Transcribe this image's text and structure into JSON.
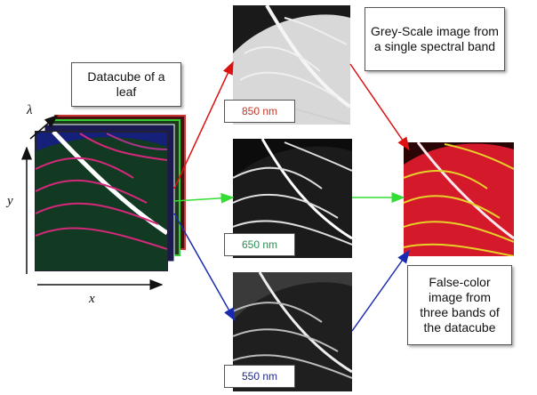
{
  "boxes": {
    "datacube": "Datacube of a leaf",
    "greyscale": "Grey-Scale image from a single spectral band",
    "falsecolor": "False-color image from three bands of the datacube"
  },
  "bands": [
    {
      "label": "850 nm",
      "color": "#c0392b"
    },
    {
      "label": "650 nm",
      "color": "#2e8b57"
    },
    {
      "label": "550 nm",
      "color": "#1f2a8a"
    }
  ],
  "axes": {
    "lambda": "λ",
    "y": "y",
    "x": "x"
  },
  "colors": {
    "red_arrow": "#dd1111",
    "green_arrow": "#33dd33",
    "blue_arrow": "#1a2ab0"
  }
}
